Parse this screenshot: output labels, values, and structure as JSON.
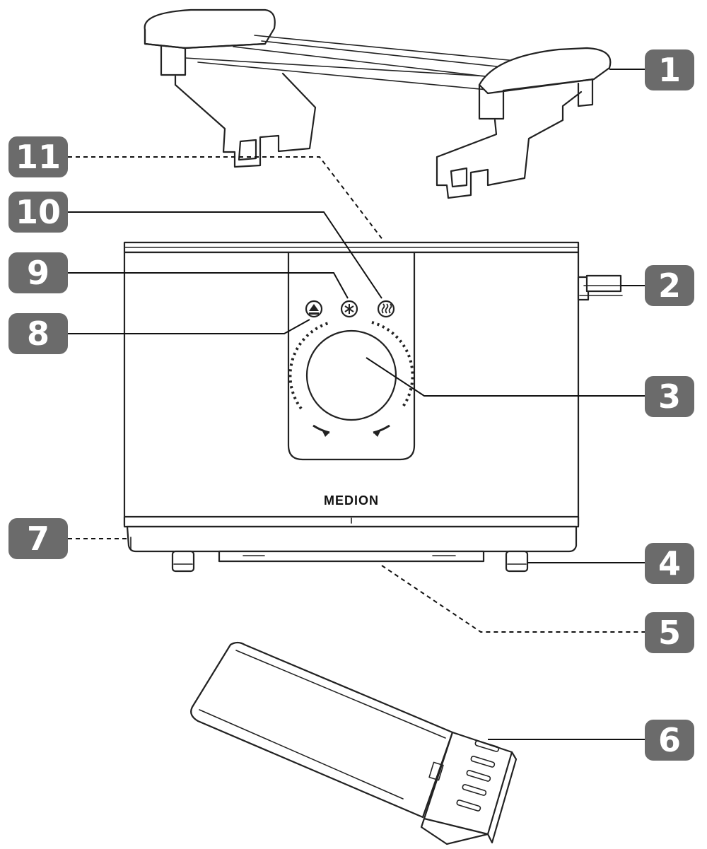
{
  "brand": {
    "logo_text": "MEDION"
  },
  "callouts": [
    {
      "label": "1"
    },
    {
      "label": "2"
    },
    {
      "label": "3"
    },
    {
      "label": "4"
    },
    {
      "label": "5"
    },
    {
      "label": "6"
    },
    {
      "label": "7"
    },
    {
      "label": "8"
    },
    {
      "label": "9"
    },
    {
      "label": "10"
    },
    {
      "label": "11"
    }
  ],
  "colors": {
    "callout_bg": "#6b6b6b",
    "callout_text": "#ffffff",
    "line": "#222222"
  },
  "icons": [
    "eject-icon",
    "snowflake-defrost-icon",
    "reheat-icon"
  ]
}
